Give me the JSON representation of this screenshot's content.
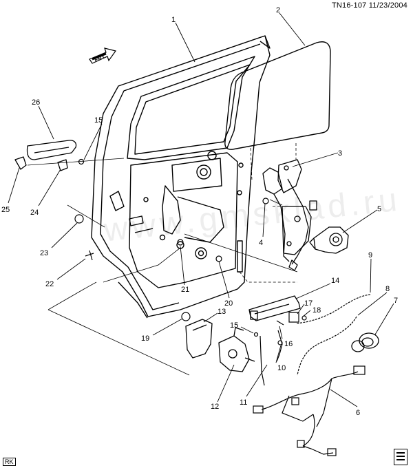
{
  "header": {
    "code_date": "TN16-107  11/23/2004"
  },
  "footer": {
    "code": "RK"
  },
  "front_label": "FRT",
  "watermark": "www.gmsklad.ru",
  "callouts": [
    "1",
    "2",
    "3",
    "4",
    "5",
    "6",
    "7",
    "8",
    "9",
    "10",
    "11",
    "12",
    "13",
    "14",
    "15",
    "15",
    "16",
    "17",
    "18",
    "19",
    "20",
    "21",
    "22",
    "23",
    "24",
    "25",
    "26"
  ]
}
